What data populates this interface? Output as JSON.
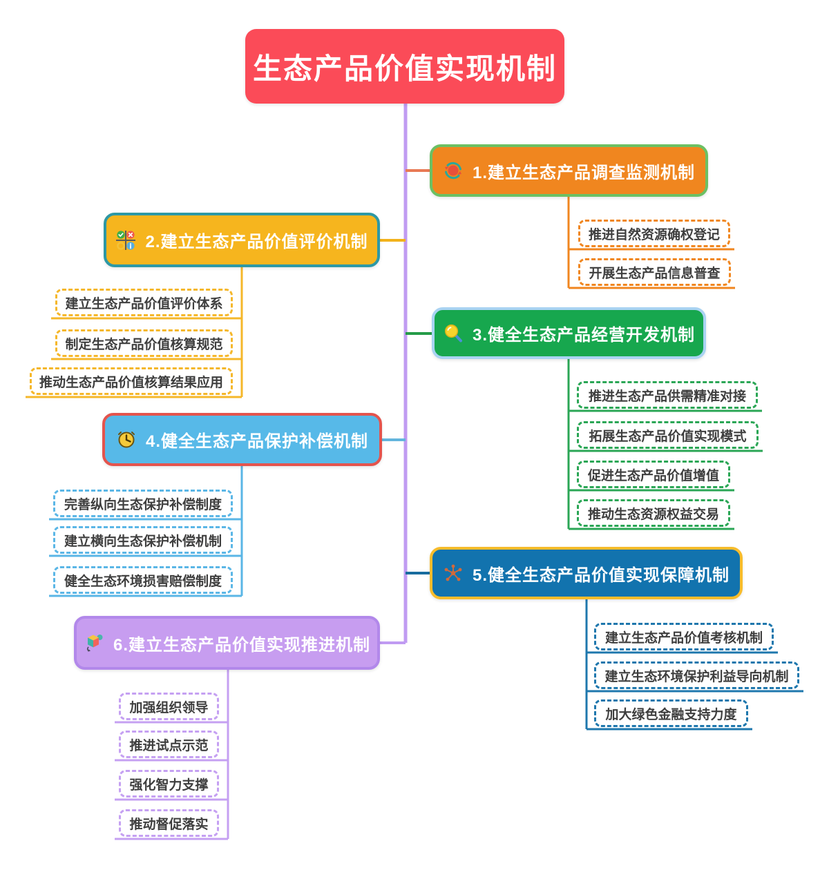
{
  "root": {
    "label": "生态产品价值实现机制",
    "color": "#fb4b58"
  },
  "trunk_color": "#c09bf2",
  "branches": [
    {
      "label": "1.建立生态产品调查监测机制",
      "icon": "sync-icon",
      "fill": "#f0861f",
      "border_color": "#6cc063",
      "connector_color": "#e87a55",
      "children": [
        "推进自然资源确权登记",
        "开展生态产品信息普查"
      ]
    },
    {
      "label": "2.建立生态产品价值评价机制",
      "icon": "status-grid-icon",
      "fill": "#f6b51e",
      "border_color": "#2d98a5",
      "connector_color": "#f2b21b",
      "children": [
        "建立生态产品价值评价体系",
        "制定生态产品价值核算规范",
        "推动生态产品价值核算结果应用"
      ]
    },
    {
      "label": "3.健全生态产品经营开发机制",
      "icon": "magnifier-icon",
      "fill": "#17a74e",
      "border_color": "#a9d3f2",
      "connector_color": "#259b48",
      "children": [
        "推进生态产品供需精准对接",
        "拓展生态产品价值实现模式",
        "促进生态产品价值增值",
        "推动生态资源权益交易"
      ]
    },
    {
      "label": "4.健全生态产品保护补偿机制",
      "icon": "clock-icon",
      "fill": "#57b9e8",
      "border_color": "#e4544d",
      "connector_color": "#63b5dd",
      "children": [
        "完善纵向生态保护补偿制度",
        "建立横向生态保护补偿机制",
        "健全生态环境损害赔偿制度"
      ]
    },
    {
      "label": "5.健全生态产品价值实现保障机制",
      "icon": "network-icon",
      "fill": "#1273ae",
      "border_color": "#f8bc2b",
      "connector_color": "#186c9e",
      "children": [
        "建立生态产品价值考核机制",
        "建立生态环境保护利益导向机制",
        "加大绿色金融支持力度"
      ]
    },
    {
      "label": "6.建立生态产品价值实现推进机制",
      "icon": "cube-icon",
      "fill": "#c79df0",
      "border_color": "#b288ea",
      "connector_color": "#c09bf2",
      "children": [
        "加强组织领导",
        "推进试点示范",
        "强化智力支撑",
        "推动督促落实"
      ]
    }
  ]
}
